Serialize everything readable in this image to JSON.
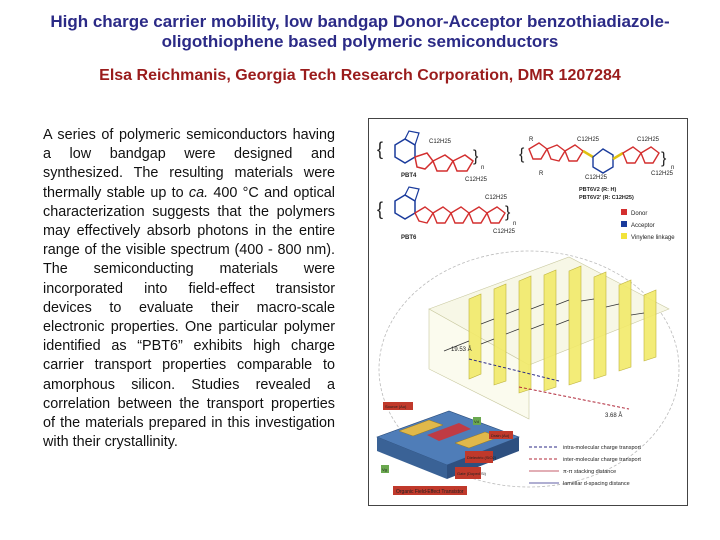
{
  "title_line1": "High charge carrier mobility, low bandgap Donor-Acceptor benzothiadiazole-",
  "title_line2": "oligothiophene based polymeric semiconductors",
  "author": "Elsa Reichmanis, Georgia Tech Research Corporation, DMR 1207284",
  "body": {
    "before_italic": "A series of polymeric semiconductors having a low bandgap were designed and synthesized. The resulting materials were thermally stable up to ",
    "italic": "ca.",
    "after_italic": " 400 °C and optical characterization suggests that the polymers may effectively absorb photons in the entire range of the visible spectrum (400 - 800 nm). The semiconducting materials were incorporated into field-effect transistor devices to evaluate their macro-scale electronic properties. One particular polymer identified as “PBT6” exhibits high charge carrier transport properties comparable to amorphous silicon. Studies revealed a correlation between the transport properties of the materials prepared in this investigation with their crystallinity."
  },
  "figure": {
    "structures": {
      "pbt4": "PBT4",
      "pbt6": "PBT6",
      "pbt6v2_r_h": "PBT6V2 (R: H)",
      "pbt6v2_prime": "PBT6V2' (R: C12H25)",
      "alkyl": "C12H25",
      "r": "R",
      "n": "n"
    },
    "legend": {
      "donor": "Donor",
      "acceptor": "Acceptor",
      "vinylene": "Vinylene linkage"
    },
    "colors": {
      "donor": "#d32f2f",
      "acceptor": "#1a3b9c",
      "vinylene": "#f2e33a",
      "intra": "#2b2a86",
      "inter": "#b0283a"
    },
    "distances": {
      "d_spacing": "19.53 Å",
      "pi_stacking": "3.68 Å"
    },
    "device": {
      "source": "Source (Au)",
      "drain": "Drain (Au)",
      "dielectric": "Dielectric (SiO2)",
      "gate": "Gate (Doped Si)",
      "vd": "Vd",
      "vg": "Vg",
      "caption": "Organic Field-Effect Transistor"
    },
    "transport_legend": {
      "intra": "intra-molecular charge transport",
      "inter": "inter-molecular charge transport",
      "pi": "π-π stacking distance",
      "lamellar": "lamellar d-spacing distance"
    }
  }
}
